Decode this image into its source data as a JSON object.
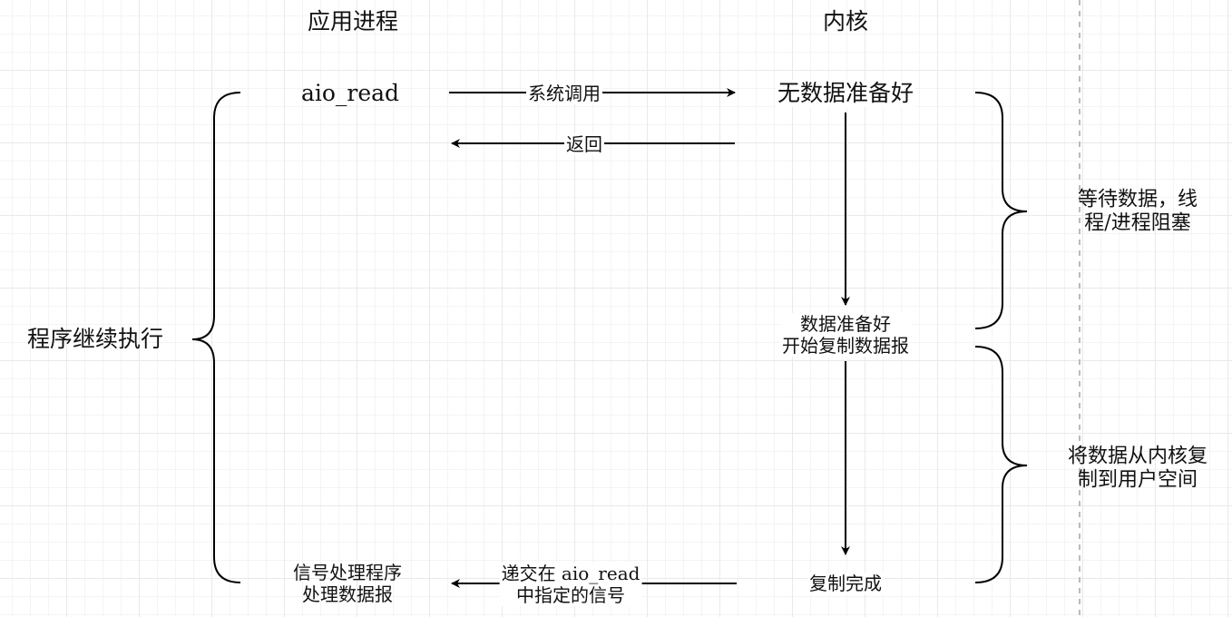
{
  "headers": {
    "app_process": "应用进程",
    "kernel": "内核"
  },
  "app": {
    "aio_read": "aio_read",
    "signal_handler_line1": "信号处理程序",
    "signal_handler_line2": "处理数据报",
    "continue": "程序继续执行"
  },
  "arrows": {
    "syscall": "系统调用",
    "return": "返回",
    "deliver_line1": "递交在 aio_read",
    "deliver_line2": "中指定的信号"
  },
  "kernel": {
    "no_data": "无数据准备好",
    "data_ready_line1": "数据准备好",
    "data_ready_line2": "开始复制数据报",
    "copy_done": "复制完成"
  },
  "phases": {
    "wait_line1": "等待数据，线",
    "wait_line2": "程/进程阻塞",
    "copy_line1": "将数据从内核复",
    "copy_line2": "制到用户空间"
  }
}
